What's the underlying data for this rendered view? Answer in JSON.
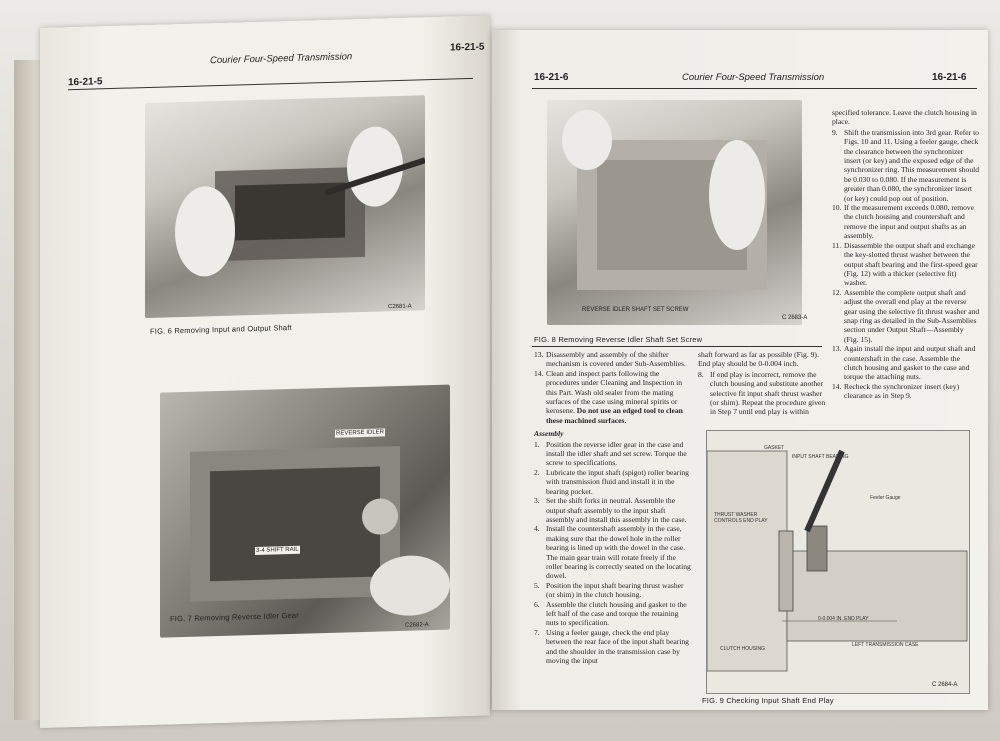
{
  "left_page": {
    "page_number_left": "16-21-5",
    "title": "Courier Four-Speed Transmission",
    "page_number_right": "16-21-5",
    "fig6": {
      "caption": "FIG. 6 Removing Input and Output Shaft",
      "code": "C2681-A"
    },
    "fig7": {
      "caption": "FIG. 7 Removing Reverse Idler Gear",
      "code": "C2682-A",
      "label_reverse_idler": "REVERSE IDLER",
      "label_shift_rail": "3-4 SHIFT RAIL"
    }
  },
  "right_page": {
    "page_number_left": "16-21-6",
    "title": "Courier Four-Speed Transmission",
    "page_number_right": "16-21-6",
    "fig8": {
      "caption": "FIG. 8 Removing Reverse Idler Shaft Set Screw",
      "code": "C 2683-A",
      "label": "REVERSE IDLER SHAFT SET SCREW"
    },
    "fig9": {
      "caption": "FIG. 9 Checking Input Shaft End Play",
      "code": "C 2684-A",
      "labels": {
        "gasket": "GASKET",
        "bearing": "INPUT SHAFT BEARING",
        "feeler": "Feeler Gauge",
        "thrust": "THRUST WASHER CONTROLS END PLAY",
        "endplay": "0-0.004 IN. END PLAY",
        "clutch": "CLUTCH HOUSING",
        "case": "LEFT TRANSMISSION CASE"
      }
    },
    "col1": {
      "items": [
        {
          "num": "13.",
          "text": "Disassembly and assembly of the shifter mechanism is covered under Sub-Assemblies."
        },
        {
          "num": "14.",
          "text": "Clean and inspect parts following the procedures under Cleaning and Inspection in this Part. Wash old sealer from the mating surfaces of the case using mineral spirits or kerosene.",
          "bold": "Do not use an edged tool to clean these machined surfaces."
        }
      ],
      "assembly_heading": "Assembly",
      "assembly": [
        {
          "num": "1.",
          "text": "Position the reverse idler gear in the case and install the idler shaft and set screw. Torque the screw to specifications."
        },
        {
          "num": "2.",
          "text": "Lubricate the input shaft (spigot) roller bearing with transmission fluid and install it in the bearing pocket."
        },
        {
          "num": "3.",
          "text": "Set the shift forks in neutral. Assemble the output shaft assembly to the input shaft assembly and install this assembly in the case."
        },
        {
          "num": "4.",
          "text": "Install the countershaft assembly in the case, making sure that the dowel hole in the roller bearing is lined up with the dowel in the case. The main gear train will rotate freely if the roller bearing is correctly seated on the locating dowel."
        },
        {
          "num": "5.",
          "text": "Position the input shaft bearing thrust washer (or shim) in the clutch housing."
        },
        {
          "num": "6.",
          "text": "Assemble the clutch housing and gasket to the left half of the case and torque the retaining nuts to specification."
        },
        {
          "num": "7.",
          "text": "Using a feeler gauge, check the end play between the rear face of the input shaft bearing and the shoulder in the transmission case by moving the input"
        }
      ]
    },
    "col2": {
      "cont": "shaft forward as far as possible (Fig. 9). End play should be 0-0.004 inch.",
      "items": [
        {
          "num": "8.",
          "text": "If end play is incorrect, remove the clutch housing and substitute another selective fit input shaft thrust washer (or shim). Repeat the procedure given in Step 7 until end play is within"
        }
      ]
    },
    "col3": {
      "cont": "specified tolerance. Leave the clutch housing in place.",
      "items": [
        {
          "num": "9.",
          "text": "Shift the transmission into 3rd gear. Refer to Figs. 10 and 11. Using a feeler gauge, check the clearance between the synchronizer insert (or key) and the exposed edge of the synchronizer ring. This measurement should be 0.030 to 0.080. If the measurement is greater than 0.080, the synchronizer insert (or key) could pop out of position."
        },
        {
          "num": "10.",
          "text": "If the measurement exceeds 0.080, remove the clutch housing and countershaft and remove the input and output shafts as an assembly."
        },
        {
          "num": "11.",
          "text": "Disassemble the output shaft and exchange the key-slotted thrust washer between the output shaft bearing and the first-speed gear (Fig. 12) with a thicker (selective fit) washer."
        },
        {
          "num": "12.",
          "text": "Assemble the complete output shaft and adjust the overall end play at the reverse gear using the selective fit thrust washer and snap ring as detailed in the Sub-Assemblies section under Output Shaft—Assembly (Fig. 15)."
        },
        {
          "num": "13.",
          "text": "Again install the input and output shaft and countershaft in the case. Assemble the clutch housing and gasket to the case and torque the attaching nuts."
        },
        {
          "num": "14.",
          "text": "Recheck the synchronizer insert (key) clearance as in Step 9."
        }
      ]
    }
  }
}
